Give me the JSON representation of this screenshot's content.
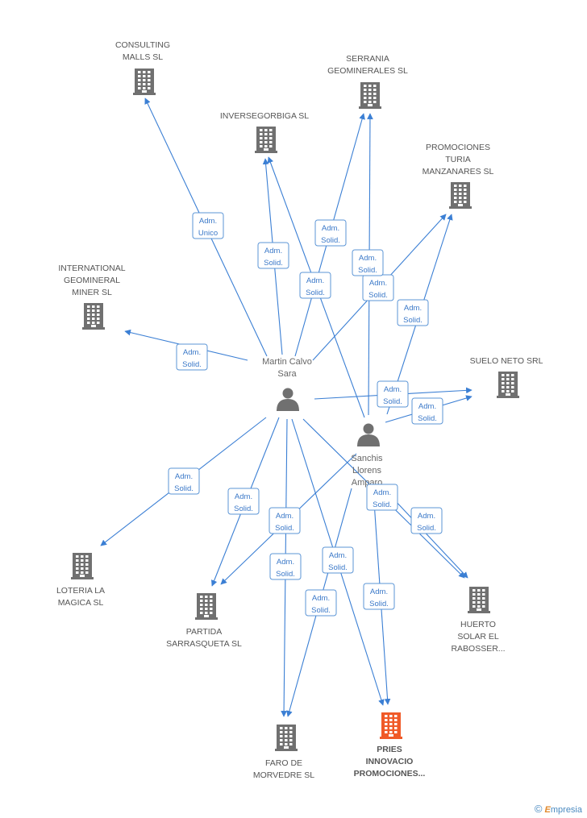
{
  "colors": {
    "company": "#707070",
    "main_company": "#f05a28",
    "person": "#707070",
    "edge": "#3b7fd4",
    "edge_label": "#3a78c8"
  },
  "companies": [
    {
      "id": "consulting",
      "lines": [
        "CONSULTING",
        "MALLS SL"
      ]
    },
    {
      "id": "serrania",
      "lines": [
        "SERRANIA",
        "GEOMINERALES SL"
      ]
    },
    {
      "id": "inversegorbiga",
      "lines": [
        "INVERSEGORBIGA SL"
      ]
    },
    {
      "id": "turia",
      "lines": [
        "PROMOCIONES",
        "TURIA",
        "MANZANARES SL"
      ]
    },
    {
      "id": "international",
      "lines": [
        "INTERNATIONAL",
        "GEOMINERAL",
        "MINER SL"
      ]
    },
    {
      "id": "suelo",
      "lines": [
        "SUELO NETO SRL"
      ]
    },
    {
      "id": "loteria",
      "lines": [
        "LOTERIA LA",
        "MAGICA SL"
      ]
    },
    {
      "id": "partida",
      "lines": [
        "PARTIDA",
        "SARRASQUETA SL"
      ]
    },
    {
      "id": "huerto",
      "lines": [
        "HUERTO",
        "SOLAR EL",
        "RABOSSER..."
      ]
    },
    {
      "id": "faro",
      "lines": [
        "FARO DE",
        "MORVEDRE SL"
      ]
    },
    {
      "id": "pries",
      "lines": [
        "PRIES",
        "INNOVACIO",
        "PROMOCIONES..."
      ],
      "main": true
    }
  ],
  "persons": [
    {
      "id": "martin",
      "lines": [
        "Martin Calvo",
        "Sara"
      ]
    },
    {
      "id": "sanchis",
      "lines": [
        "Sanchis",
        "Llorens",
        "Amparo"
      ]
    }
  ],
  "edges": [
    {
      "from": "martin",
      "to": "consulting",
      "label": [
        "Adm.",
        "Unico"
      ]
    },
    {
      "from": "martin",
      "to": "inversegorbiga",
      "label": [
        "Adm.",
        "Solid."
      ]
    },
    {
      "from": "martin",
      "to": "serrania",
      "label": [
        "Adm.",
        "Solid."
      ]
    },
    {
      "from": "martin",
      "to": "turia",
      "label": [
        "Adm.",
        "Solid."
      ]
    },
    {
      "from": "martin",
      "to": "international",
      "label": [
        "Adm.",
        "Solid."
      ]
    },
    {
      "from": "martin",
      "to": "suelo",
      "label": [
        "Adm.",
        "Solid."
      ]
    },
    {
      "from": "martin",
      "to": "loteria",
      "label": [
        "Adm.",
        "Solid."
      ]
    },
    {
      "from": "martin",
      "to": "partida",
      "label": [
        "Adm.",
        "Solid."
      ]
    },
    {
      "from": "martin",
      "to": "faro",
      "label": [
        "Adm.",
        "Solid."
      ]
    },
    {
      "from": "martin",
      "to": "pries",
      "label": [
        "Adm.",
        "Solid."
      ]
    },
    {
      "from": "martin",
      "to": "huerto",
      "label": [
        "Adm.",
        "Solid."
      ]
    },
    {
      "from": "sanchis",
      "to": "inversegorbiga",
      "label": [
        "Adm.",
        "Solid."
      ]
    },
    {
      "from": "sanchis",
      "to": "serrania",
      "label": [
        "Adm.",
        "Solid."
      ]
    },
    {
      "from": "sanchis",
      "to": "turia",
      "label": [
        "Adm.",
        "Solid."
      ]
    },
    {
      "from": "sanchis",
      "to": "suelo",
      "label": [
        "Adm.",
        "Solid."
      ]
    },
    {
      "from": "sanchis",
      "to": "partida",
      "label": [
        "Adm.",
        "Solid."
      ]
    },
    {
      "from": "sanchis",
      "to": "faro",
      "label": [
        "Adm.",
        "Solid."
      ]
    },
    {
      "from": "sanchis",
      "to": "pries",
      "label": [
        "Adm.",
        "Solid."
      ]
    },
    {
      "from": "sanchis",
      "to": "huerto",
      "label": [
        "Adm.",
        "Solid."
      ]
    }
  ],
  "brand": {
    "copyright": "©",
    "first": "E",
    "rest": "mpresia"
  }
}
